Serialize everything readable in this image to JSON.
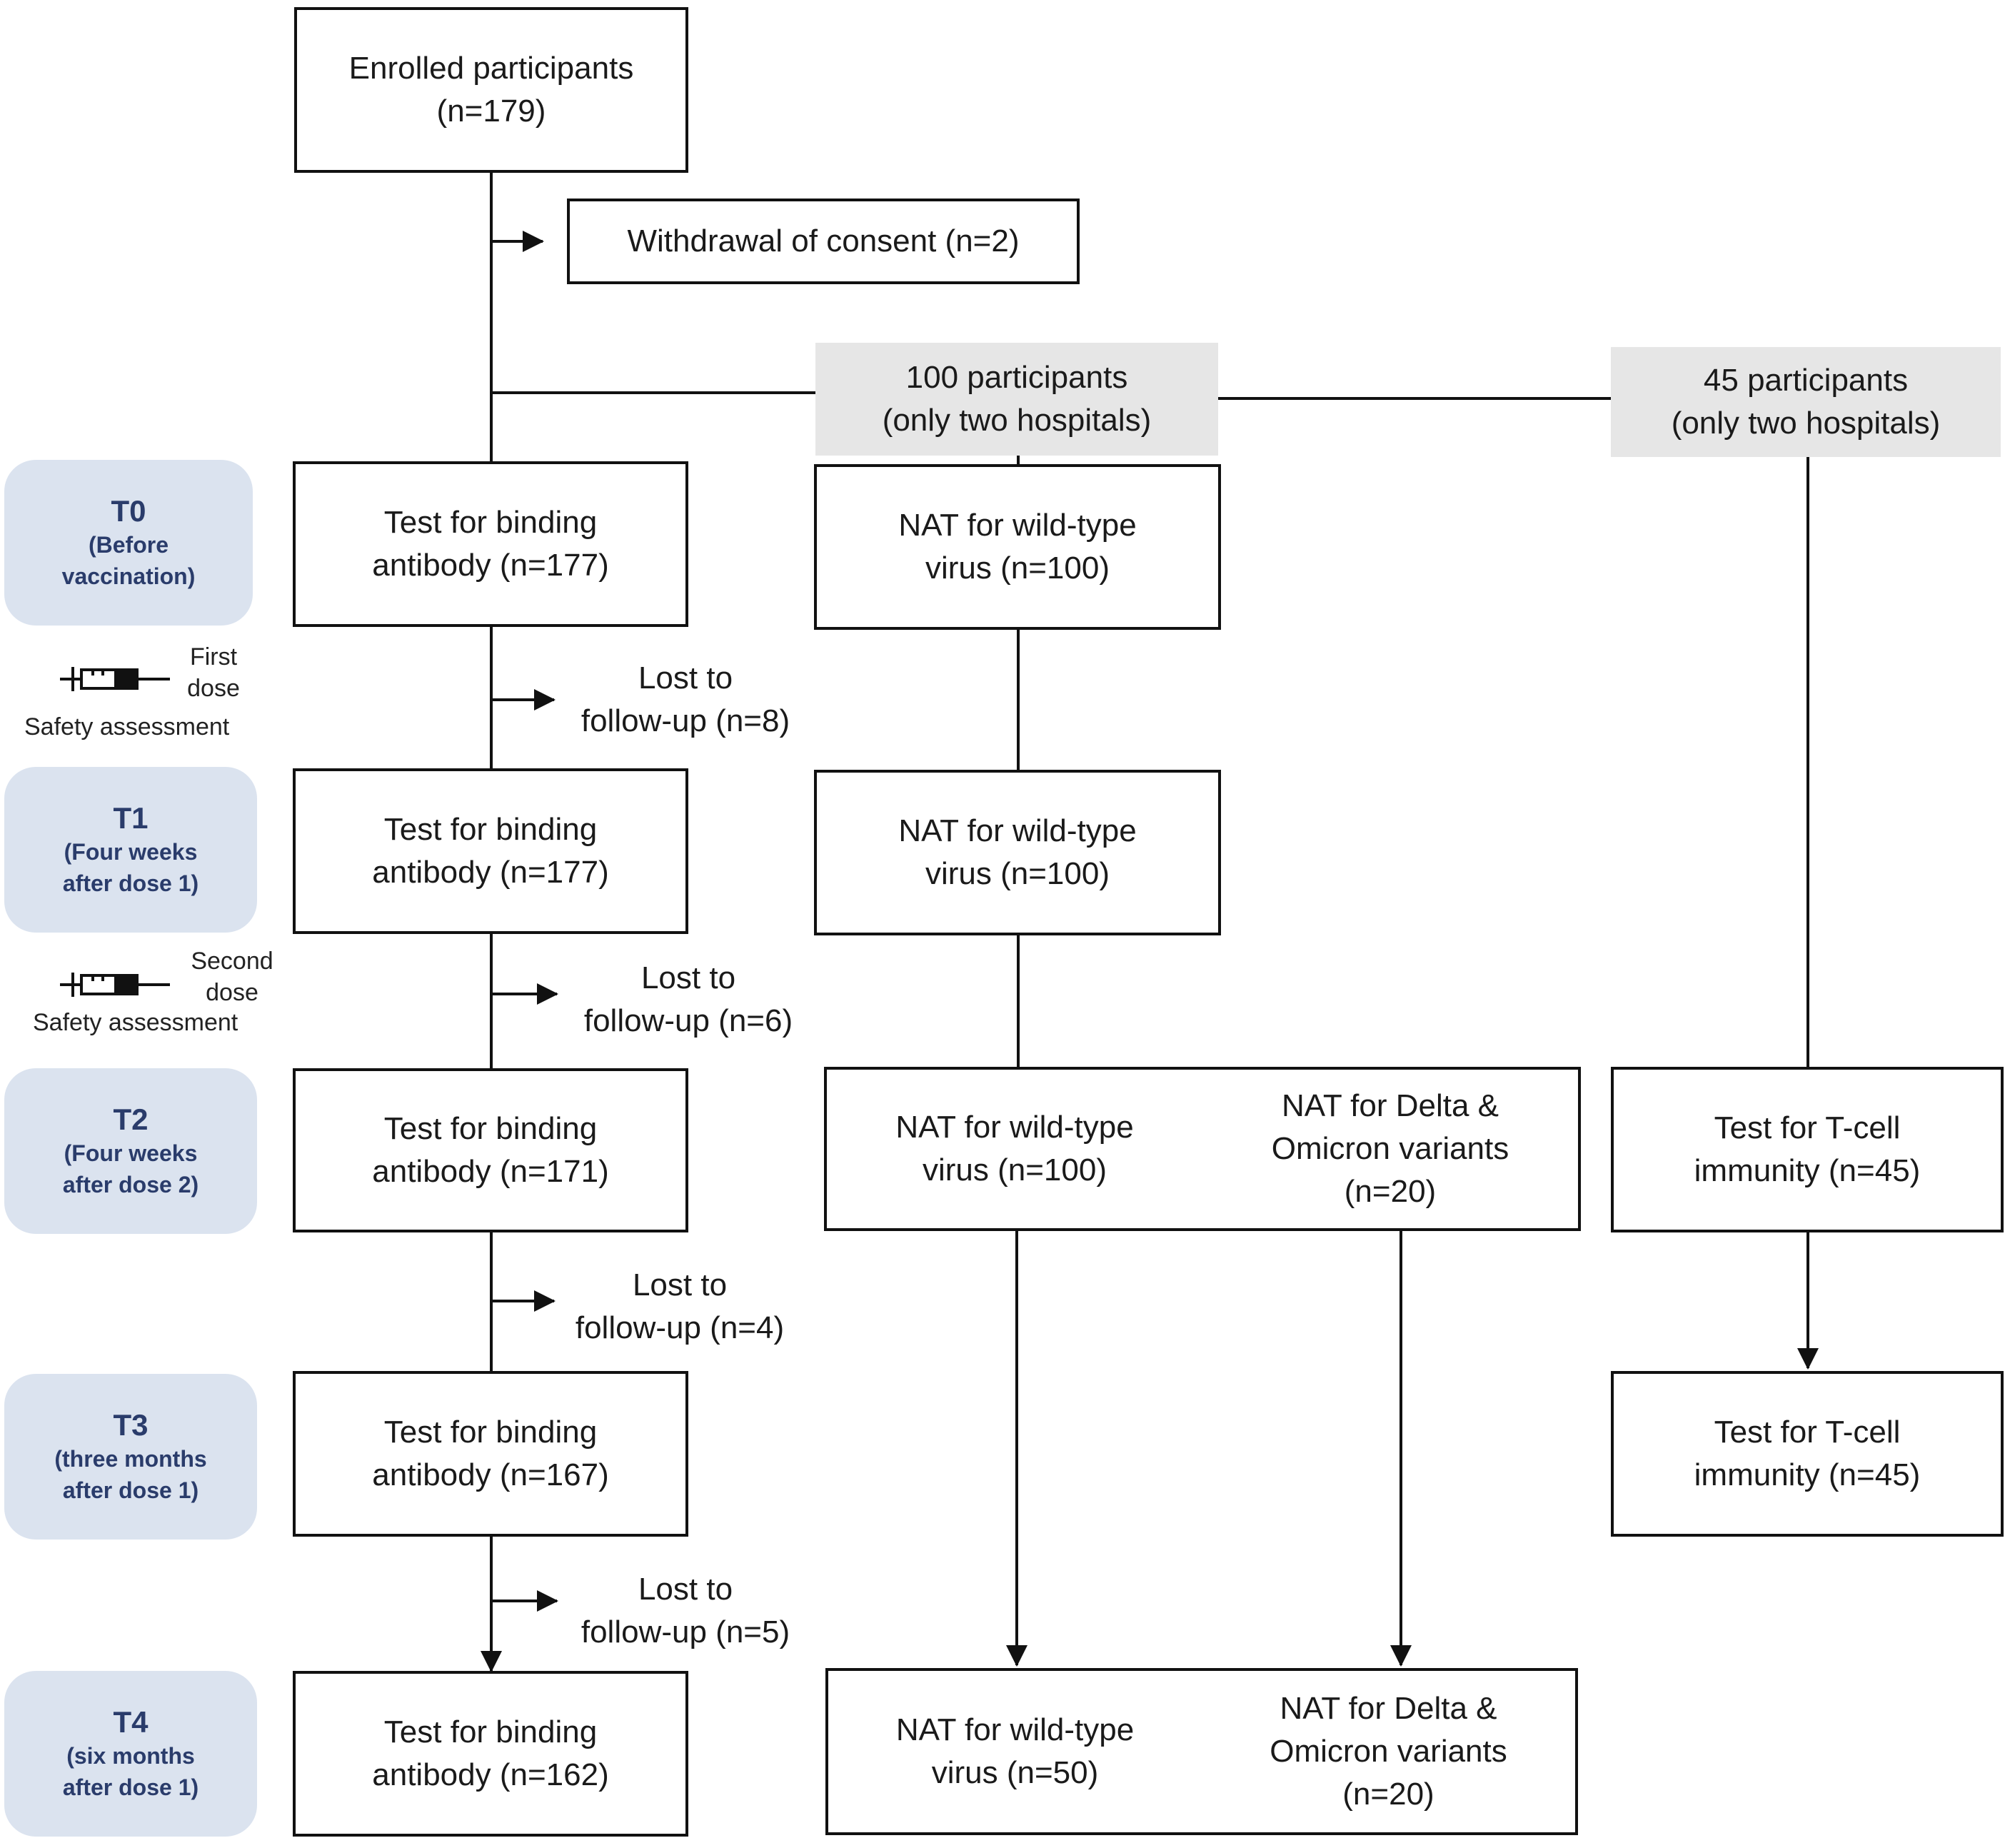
{
  "enrolled": {
    "label": "Enrolled participants",
    "n": "(n=179)"
  },
  "withdrawal": "Withdrawal of consent (n=2)",
  "subgroups": {
    "nat100": {
      "line1": "100 participants",
      "line2": "(only two hospitals)"
    },
    "tcell45": {
      "line1": "45 participants",
      "line2": "(only two hospitals)"
    }
  },
  "timepoints": [
    {
      "code": "T0",
      "sub1": "(Before",
      "sub2": "vaccination)"
    },
    {
      "code": "T1",
      "sub1": "(Four weeks",
      "sub2": "after dose 1)"
    },
    {
      "code": "T2",
      "sub1": "(Four weeks",
      "sub2": "after dose 2)"
    },
    {
      "code": "T3",
      "sub1": "(three months",
      "sub2": "after dose 1)"
    },
    {
      "code": "T4",
      "sub1": "(six months",
      "sub2": "after dose 1)"
    }
  ],
  "binding": [
    {
      "line1": "Test for binding",
      "line2": "antibody (n=177)"
    },
    {
      "line1": "Test for binding",
      "line2": "antibody (n=177)"
    },
    {
      "line1": "Test for binding",
      "line2": "antibody (n=171)"
    },
    {
      "line1": "Test for binding",
      "line2": "antibody (n=167)"
    },
    {
      "line1": "Test for binding",
      "line2": "antibody (n=162)"
    }
  ],
  "lost": [
    {
      "line1": "Lost to",
      "line2": "follow-up (n=8)"
    },
    {
      "line1": "Lost to",
      "line2": "follow-up (n=6)"
    },
    {
      "line1": "Lost to",
      "line2": "follow-up (n=4)"
    },
    {
      "line1": "Lost to",
      "line2": "follow-up (n=5)"
    }
  ],
  "nat_wild": [
    {
      "line1": "NAT for wild-type",
      "line2": "virus (n=100)"
    },
    {
      "line1": "NAT for wild-type",
      "line2": "virus (n=100)"
    },
    {
      "line1": "NAT for wild-type",
      "line2": "virus (n=100)"
    },
    {
      "line1": "NAT for wild-type",
      "line2": "virus (n=50)"
    }
  ],
  "nat_variant": [
    {
      "line1": "NAT for Delta &",
      "line2": "Omicron variants",
      "line3": "(n=20)"
    },
    {
      "line1": "NAT for Delta &",
      "line2": "Omicron variants",
      "line3": "(n=20)"
    }
  ],
  "tcell": [
    {
      "line1": "Test for T-cell",
      "line2": "immunity (n=45)"
    },
    {
      "line1": "Test for T-cell",
      "line2": "immunity (n=45)"
    }
  ],
  "doses": [
    {
      "line1": "First",
      "line2": "dose",
      "safety": "Safety assessment"
    },
    {
      "line1": "Second",
      "line2": "dose",
      "safety": "Safety assessment"
    }
  ],
  "icons": {
    "dose": "syringe-icon"
  }
}
